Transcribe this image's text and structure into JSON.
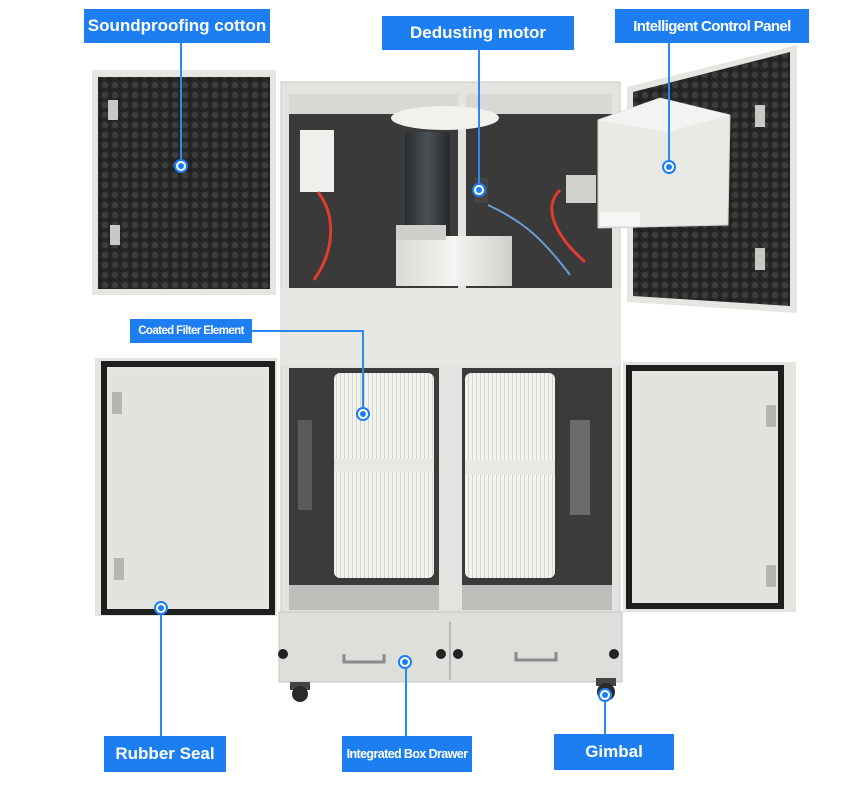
{
  "labels": {
    "soundproofing": "Soundproofing cotton",
    "motor": "Dedusting motor",
    "control_panel": "Intelligent Control Panel",
    "filter": "Coated Filter Element",
    "rubber_seal": "Rubber Seal",
    "drawer": "Integrated Box Drawer",
    "gimbal": "Gimbal"
  },
  "colors": {
    "label_bg": "#1d7ef2",
    "label_text": "#ffffff",
    "cabinet": "#e2e2df",
    "foam": "#2b2b2b"
  }
}
